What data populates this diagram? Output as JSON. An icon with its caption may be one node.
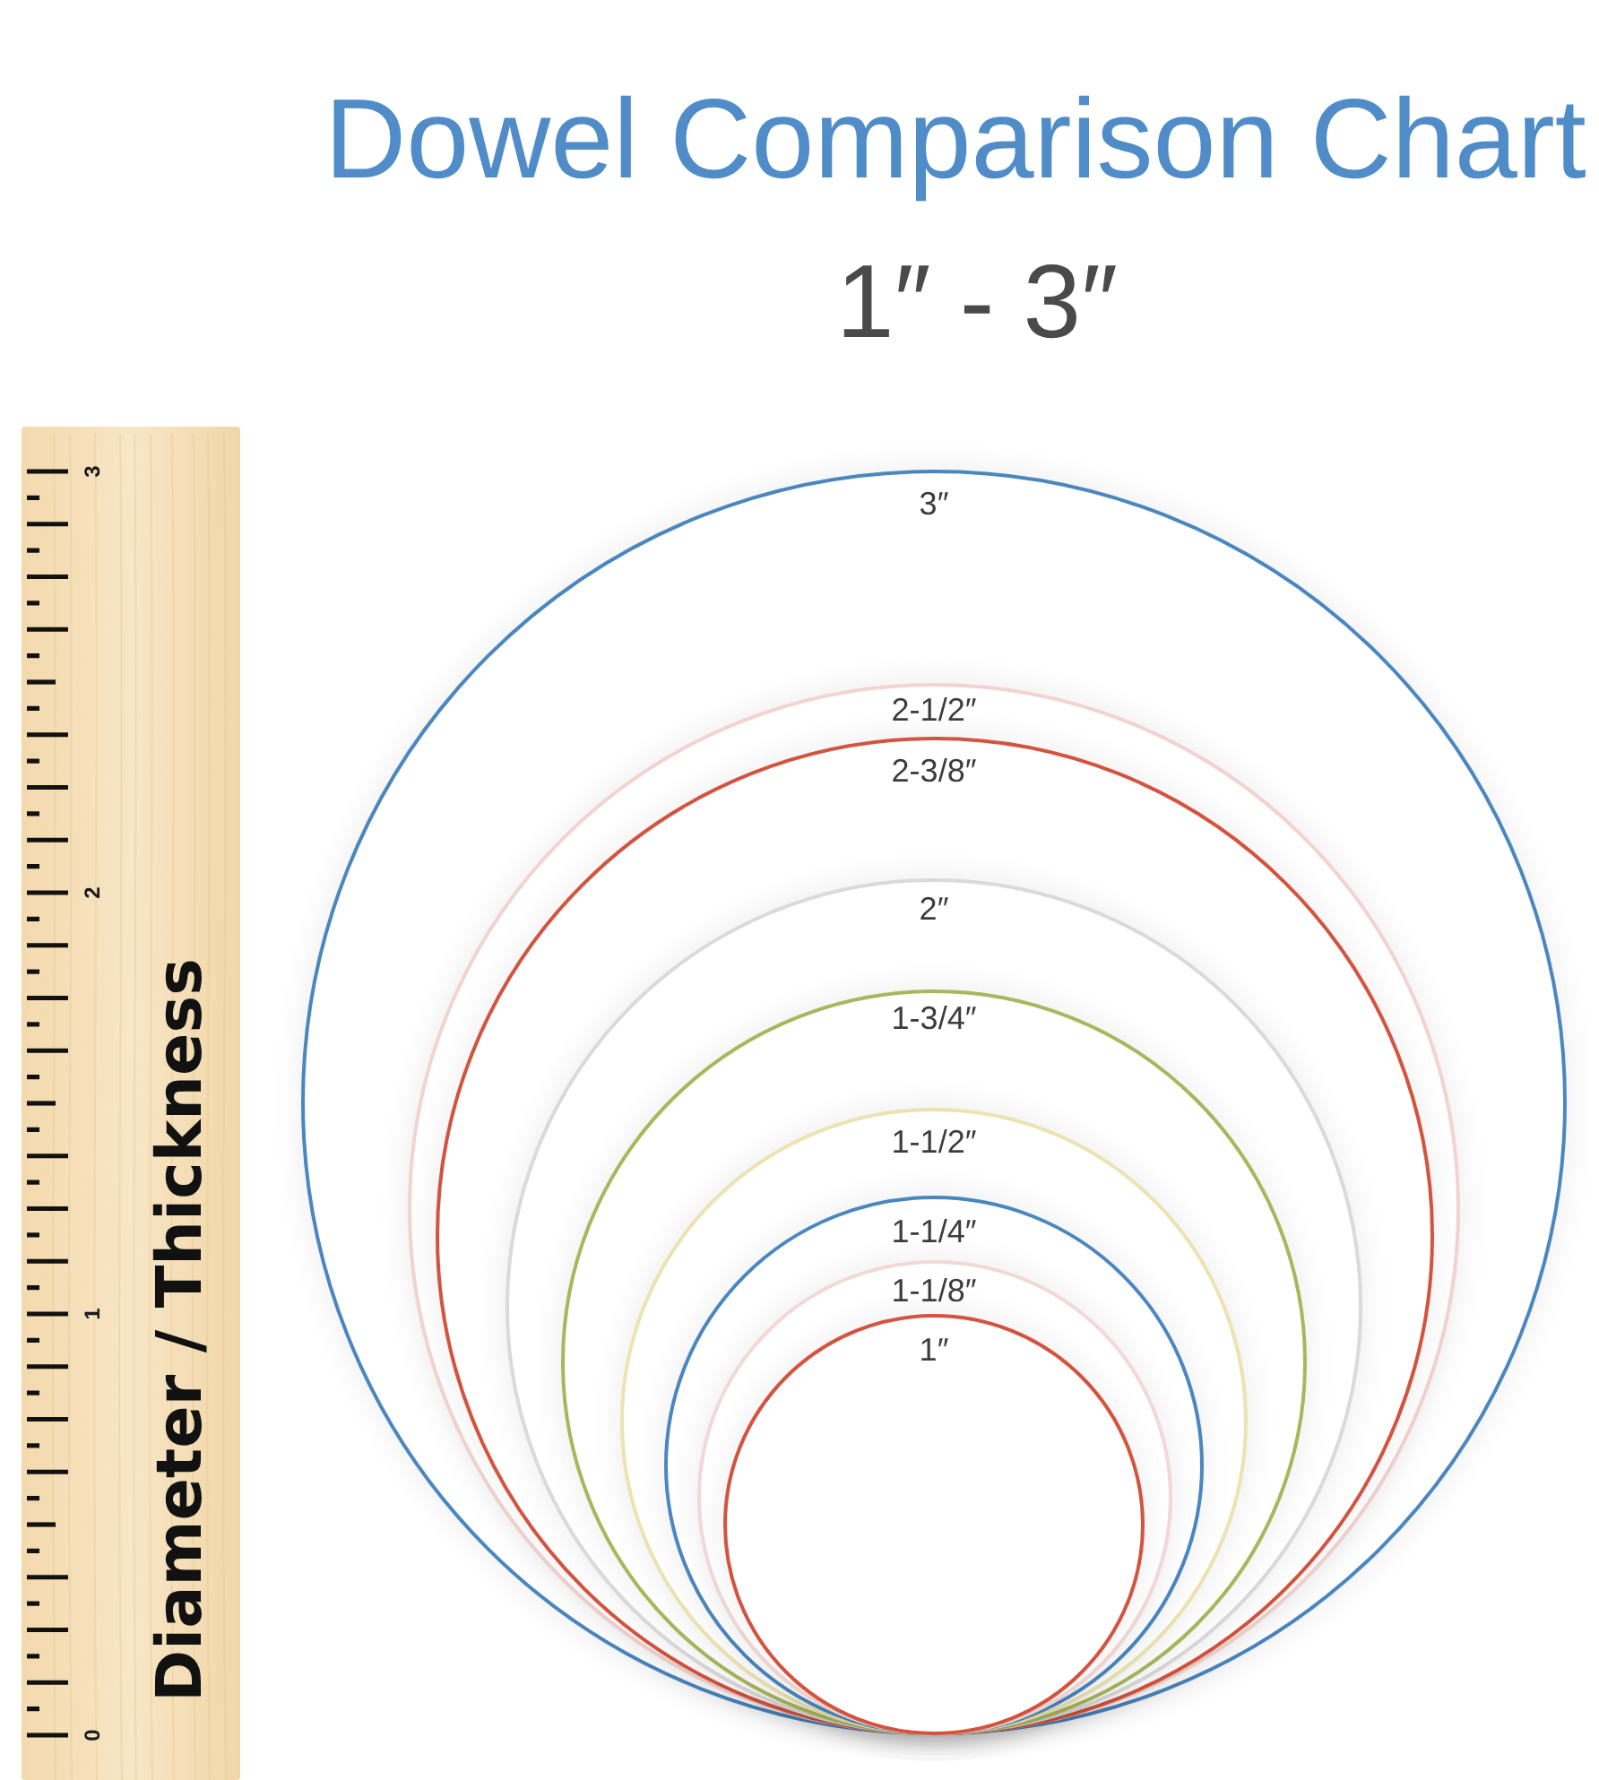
{
  "diagram": {
    "title": "Dowel Comparison Chart",
    "nodes": [
      {
        "text": [
          "3″"
        ]
      },
      {
        "text": [
          "2-1/2″"
        ],
        "in": 0
      },
      {
        "text": [
          "2-3/8″"
        ],
        "in": 1
      },
      {
        "text": [
          "2″"
        ],
        "in": 2
      },
      {
        "text": [
          "1-3/4″"
        ],
        "in": 3
      },
      {
        "text": [
          "1-1/2″"
        ],
        "in": 4
      },
      {
        "text": [
          "1-1/4″"
        ],
        "in": 5
      },
      {
        "text": [
          "1-1/8″"
        ],
        "in": 6
      },
      {
        "text": [
          "1″"
        ],
        "in": 7
      }
    ],
    "labels": [
      "1″ - 3″",
      "3",
      "2",
      "1",
      "0",
      "Diameter / Thickness"
    ]
  }
}
